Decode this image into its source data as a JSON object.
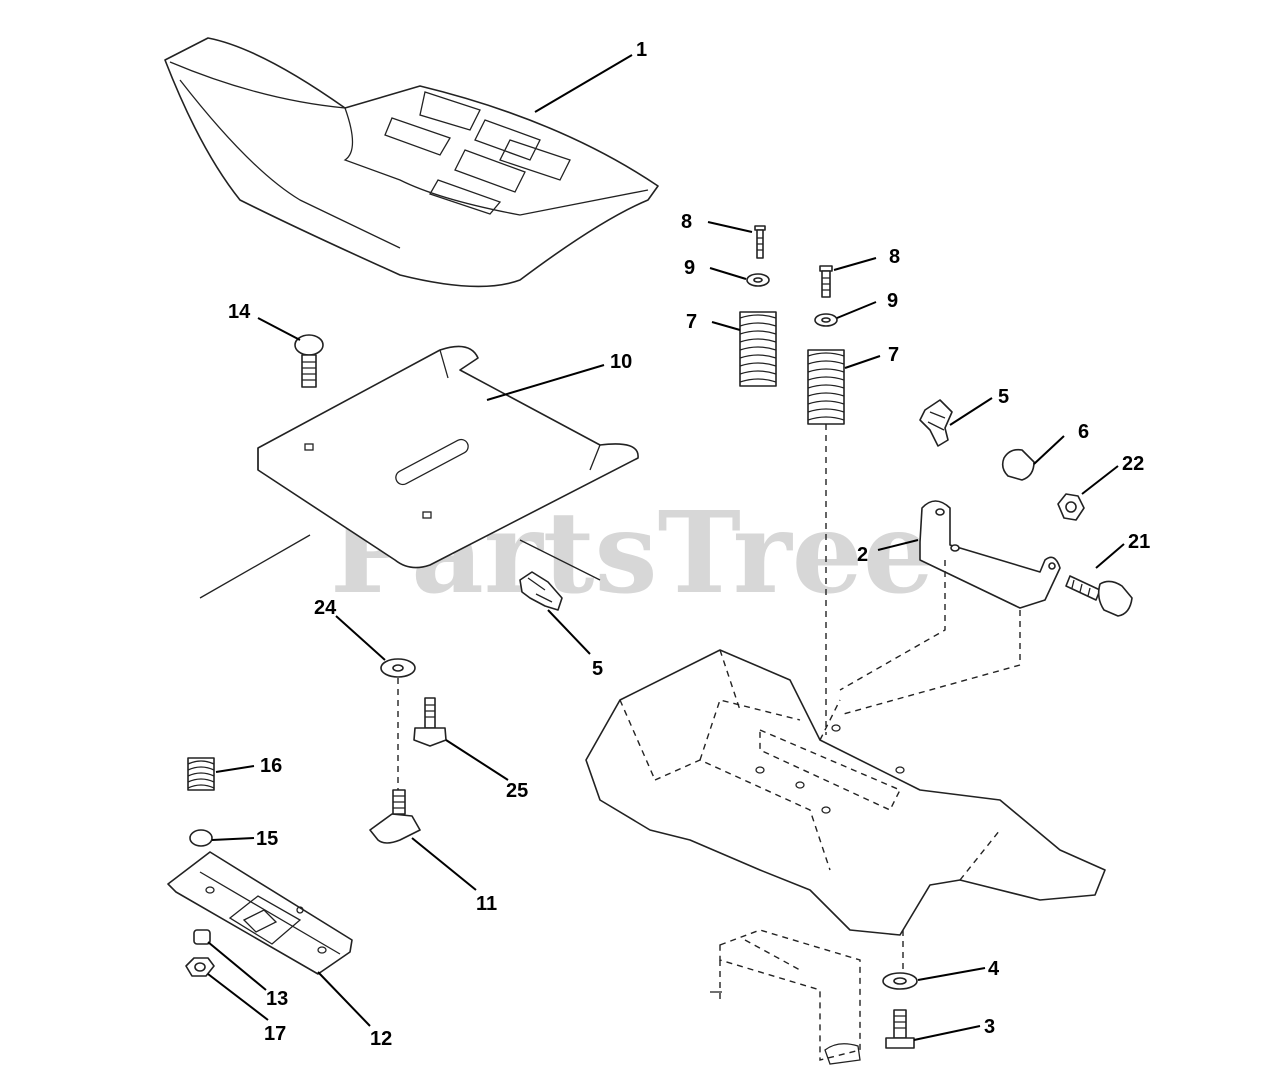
{
  "watermark": "PartsTree",
  "callouts": [
    "1",
    "14",
    "10",
    "8",
    "9",
    "7",
    "8",
    "9",
    "7",
    "5",
    "6",
    "22",
    "2",
    "21",
    "5",
    "24",
    "25",
    "16",
    "15",
    "11",
    "4",
    "3",
    "13",
    "17",
    "12"
  ]
}
